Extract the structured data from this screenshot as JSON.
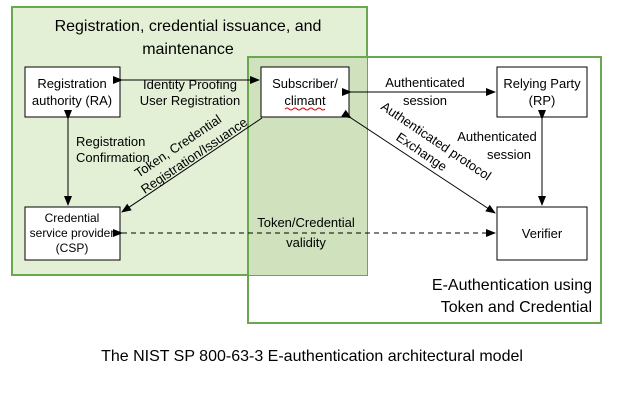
{
  "regions": {
    "registration": {
      "title_line1": "Registration, credential issuance, and",
      "title_line2": "maintenance",
      "fill": "#e3f0d6",
      "stroke": "#6aa84f"
    },
    "eauth": {
      "title_line1": "E-Authentication using",
      "title_line2": "Token and Credential",
      "stroke": "#6aa84f"
    }
  },
  "nodes": {
    "ra": {
      "line1": "Registration",
      "line2": "authority (RA)"
    },
    "subscriber": {
      "line1": "Subscriber/",
      "line2": "climant"
    },
    "rp": {
      "line1": "Relying Party",
      "line2": "(RP)"
    },
    "csp": {
      "line1": "Credential",
      "line2": "service provider",
      "line3": "(CSP)"
    },
    "verifier": {
      "line1": "Verifier"
    }
  },
  "edges": {
    "identity": {
      "line1": "Identity Proofing",
      "line2": "User Registration"
    },
    "authenticated_session": {
      "line1": "Authenticated",
      "line2": "session"
    },
    "registration_confirmation": {
      "line1": "Registration",
      "line2": "Confirmation"
    },
    "token_credential": {
      "line1": "Token, Credential",
      "line2": "Registration/Issuance"
    },
    "auth_protocol": {
      "line1": "Authenticated protocol",
      "line2": "Exchange"
    },
    "rp_verifier_session": {
      "line1": "Authenticated",
      "line2": "session"
    },
    "token_validity": {
      "line1": "Token/Credential",
      "line2": "validity"
    }
  },
  "caption": "The NIST SP 800-63-3 E-authentication architectural model"
}
